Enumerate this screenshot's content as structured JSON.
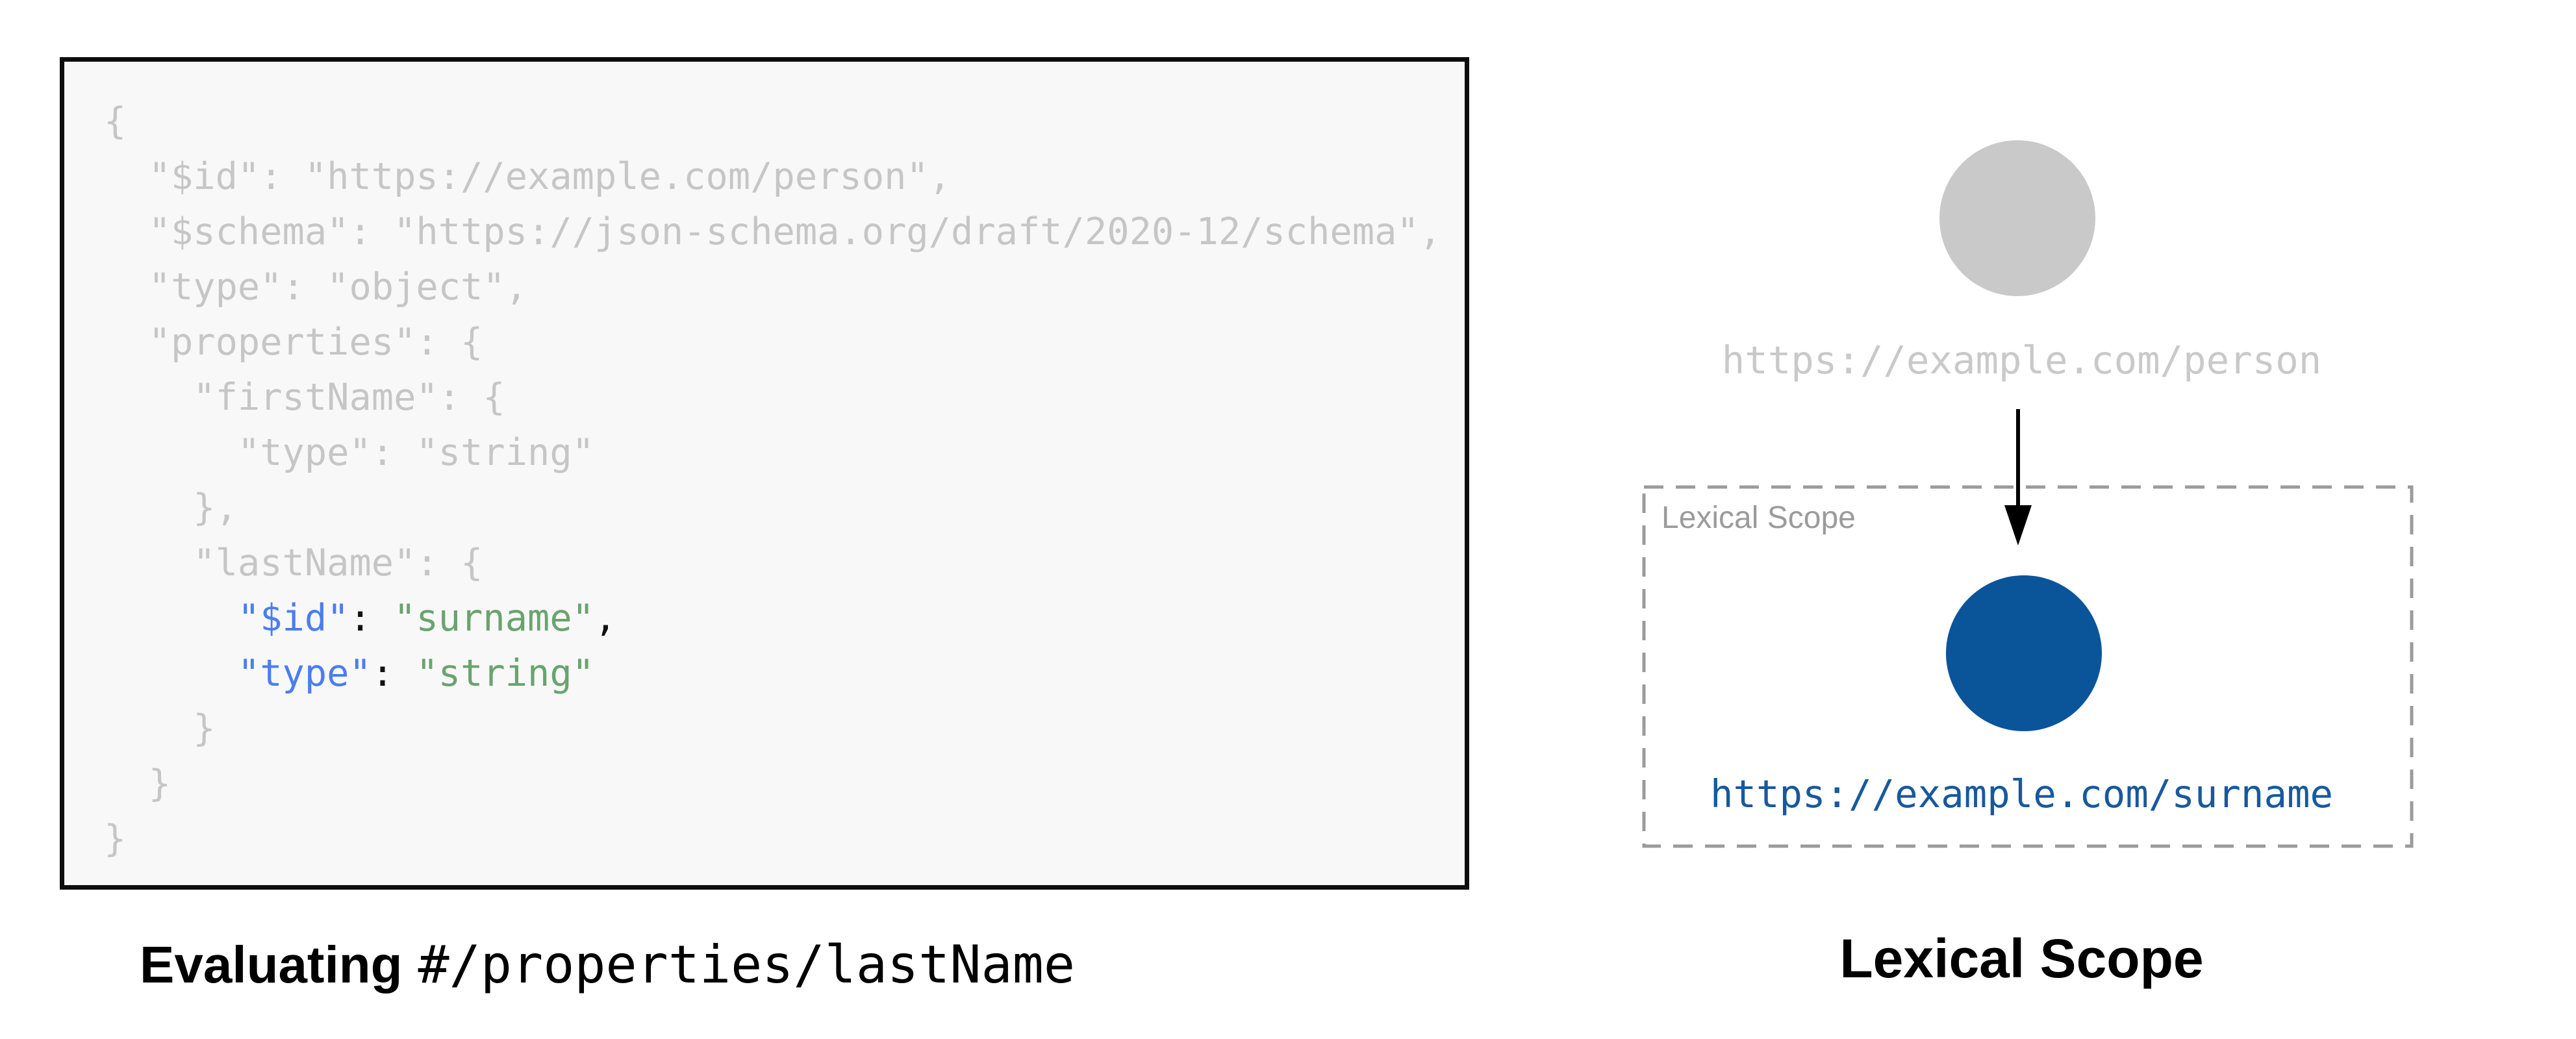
{
  "colors": {
    "code_muted": "#c6c6c6",
    "key_blue": "#4b7df0",
    "string_green": "#69a46e",
    "punct_black": "#111111",
    "node_gray": "#c9c9c9",
    "node_blue": "#0a559a",
    "url_blue": "#17599d",
    "scope_gray": "#9b9b9b",
    "code_background": "#f8f8f8",
    "code_border": "#0d0d0d"
  },
  "code_panel": {
    "caption_bold": "Evaluating",
    "caption_path": "#/properties/lastName",
    "lines": [
      [
        {
          "text": "{",
          "style": "muted"
        }
      ],
      [
        {
          "text": "  \"$id\": \"https://example.com/person\",",
          "style": "muted"
        }
      ],
      [
        {
          "text": "  \"$schema\": \"https://json-schema.org/draft/2020-12/schema\",",
          "style": "muted"
        }
      ],
      [
        {
          "text": "  \"type\": \"object\",",
          "style": "muted"
        }
      ],
      [
        {
          "text": "  \"properties\": {",
          "style": "muted"
        }
      ],
      [
        {
          "text": "    \"firstName\": {",
          "style": "muted"
        }
      ],
      [
        {
          "text": "      \"type\": \"string\"",
          "style": "muted"
        }
      ],
      [
        {
          "text": "    },",
          "style": "muted"
        }
      ],
      [
        {
          "text": "    \"lastName\": {",
          "style": "muted"
        }
      ],
      [
        {
          "text": "      ",
          "style": "muted"
        },
        {
          "text": "\"$id\"",
          "style": "key"
        },
        {
          "text": ": ",
          "style": "punct"
        },
        {
          "text": "\"surname\"",
          "style": "str"
        },
        {
          "text": ",",
          "style": "punct"
        }
      ],
      [
        {
          "text": "      ",
          "style": "muted"
        },
        {
          "text": "\"type\"",
          "style": "key"
        },
        {
          "text": ": ",
          "style": "punct"
        },
        {
          "text": "\"string\"",
          "style": "str"
        }
      ],
      [
        {
          "text": "    }",
          "style": "muted"
        }
      ],
      [
        {
          "text": "  }",
          "style": "muted"
        }
      ],
      [
        {
          "text": "}",
          "style": "muted"
        }
      ]
    ]
  },
  "scope_panel": {
    "outer_node_uri": "https://example.com/person",
    "scope_box_label": "Lexical Scope",
    "inner_node_uri": "https://example.com/surname",
    "caption": "Lexical Scope"
  }
}
